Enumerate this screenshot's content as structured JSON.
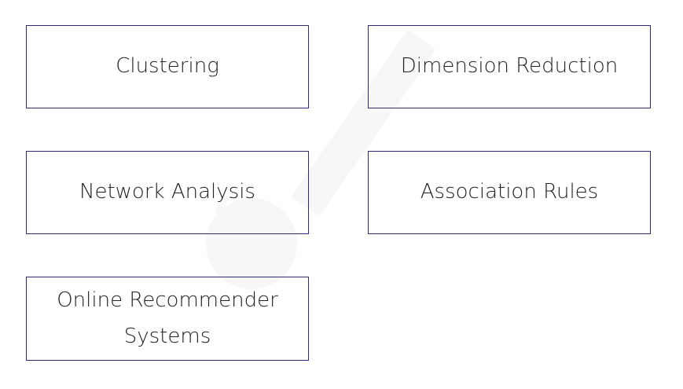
{
  "boxes": {
    "clustering": "Clustering",
    "dimension_reduction": "Dimension Reduction",
    "network_analysis": "Network Analysis",
    "association_rules": "Association Rules",
    "online_recommender": "Online Recommender Systems"
  },
  "colors": {
    "border": "#2e2a78",
    "text": "#222222",
    "background": "#ffffff"
  }
}
